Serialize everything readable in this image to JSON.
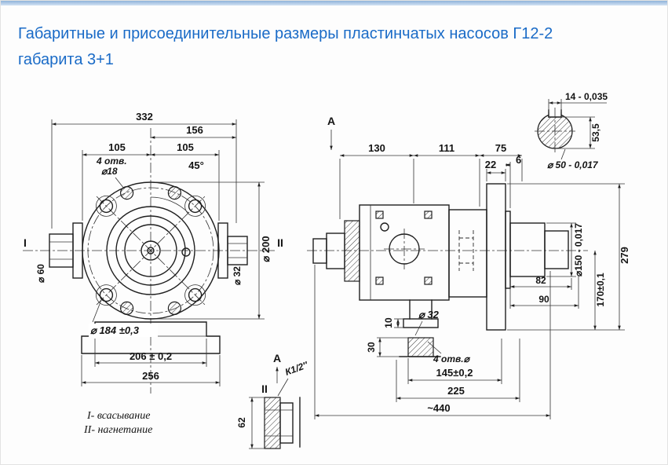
{
  "page": {
    "title_line1": "Габаритные и присоединительные размеры пластинчатых насосов Г12-2",
    "title_line2": "габарита 3+1"
  },
  "front_view": {
    "dim_total_width": "332",
    "dim_right_width": "156",
    "dim_left_105": "105",
    "dim_right_105": "105",
    "holes_note_1": "4 отв.",
    "holes_note_2": "⌀18",
    "angle_45": "45°",
    "dia_200": "⌀ 200",
    "dia_60": "⌀ 60",
    "dia_32": "⌀ 32",
    "dia_bolt_circle": "⌀ 184 ±0,3",
    "dim_206": "206 ± 0,2",
    "dim_256": "256",
    "port_I": "I",
    "port_II": "II",
    "legend_line1": "I- всасывание",
    "legend_line2": "II- нагнетание"
  },
  "side_view": {
    "view_label_A": "A",
    "dim_130": "130",
    "dim_111": "111",
    "dim_75": "75",
    "dim_22": "22",
    "dim_6": "6",
    "dia_150": "⌀150 - 0,017",
    "dim_279": "279",
    "dim_82": "82",
    "dim_90": "90",
    "dim_170": "170±0,1",
    "dia_32": "⌀ 32",
    "dim_10": "10",
    "dim_30": "30",
    "holes_note": "4 отв.⌀",
    "dim_145": "145±0,2",
    "dim_225": "225",
    "dim_440": "~440"
  },
  "shaft_detail": {
    "dim_key_width": "14 - 0,035",
    "dim_53_5": "53,5",
    "dia_50": "⌀ 50 - 0,017"
  },
  "section_detail": {
    "view_label_A": "A",
    "thread_label": "К1/2″",
    "port_label": "II",
    "dim_62": "62"
  }
}
